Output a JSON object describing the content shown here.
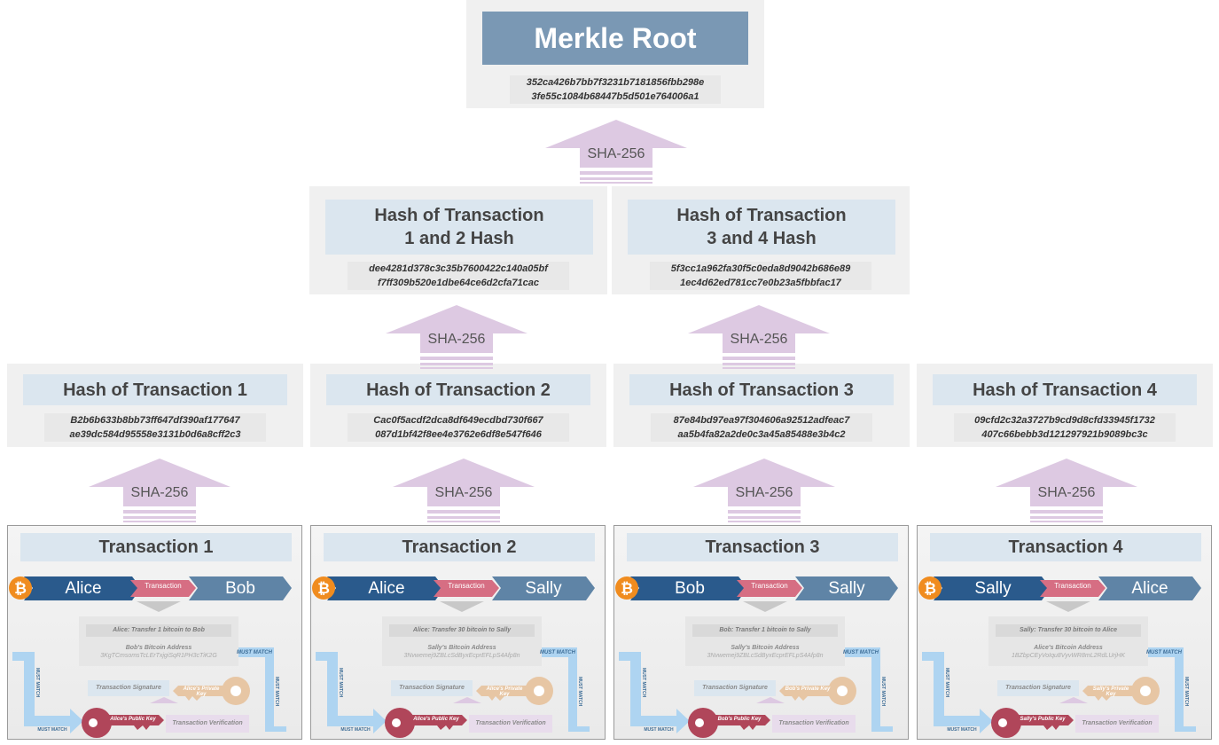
{
  "sha_label": "SHA-256",
  "transaction_label": "Transaction",
  "must_match_label": "MUST MATCH",
  "transaction_signature_label": "Transaction Signature",
  "transaction_verification_label": "Transaction Verification",
  "colors": {
    "dark_blue": "#2a5a8c",
    "mid_blue": "#5f84a6",
    "pink": "#d66e83",
    "light_blue_arrow": "#aed4f1",
    "purple_arrow": "#ddc9e2",
    "public_key": "#b0465a",
    "private_key": "#e7c6a4",
    "bitcoin_orange": "#f08c1f",
    "root_title_bg": "#7a98b4"
  },
  "merkle_root": {
    "title": "Merkle Root",
    "hash_line1": "352ca426b7bb7f3231b7181856fbb298e",
    "hash_line2": "3fe55c1084b68447b5d501e764006a1"
  },
  "level2": [
    {
      "title_line1": "Hash of Transaction",
      "title_line2": "1 and 2 Hash",
      "hash_line1": "dee4281d378c3c35b7600422c140a05bf",
      "hash_line2": "f7ff309b520e1dbe64ce6d2cfa71cac"
    },
    {
      "title_line1": "Hash of Transaction",
      "title_line2": "3 and 4 Hash",
      "hash_line1": "5f3cc1a962fa30f5c0eda8d9042b686e89",
      "hash_line2": "1ec4d62ed781cc7e0b23a5fbbfac17"
    }
  ],
  "level1": [
    {
      "title": "Hash of Transaction 1",
      "hash_line1": "B2b6b633b8bb73ff647df390af177647",
      "hash_line2": "ae39dc584d95558e3131b0d6a8cff2c3"
    },
    {
      "title": "Hash of Transaction 2",
      "hash_line1": "Cac0f5acdf2dca8df649ecdbd730f667",
      "hash_line2": "087d1bf42f8ee4e3762e6df8e547f646"
    },
    {
      "title": "Hash of Transaction 3",
      "hash_line1": "87e84bd97ea97f304606a92512adfeac7",
      "hash_line2": "aa5b4fa82a2de0c3a45a85488e3b4c2"
    },
    {
      "title": "Hash of Transaction 4",
      "hash_line1": "09cfd2c32a3727b9cd9d8cfd33945f1732",
      "hash_line2": "407c66bebb3d121297921b9089bc3c"
    }
  ],
  "transactions": [
    {
      "title": "Transaction 1",
      "from": "Alice",
      "to": "Bob",
      "message": "Alice: Transfer 1 bitcoin to Bob",
      "address_label": "Bob's Bitcoin Address",
      "address": "3KgTCmsomsTcLErTxjgiSqR1PH3cTiK2G",
      "private_key": "Alice's Private Key",
      "public_key": "Alice's Public Key"
    },
    {
      "title": "Transaction 2",
      "from": "Alice",
      "to": "Sally",
      "message": "Alice: Transfer 30 bitcoin to Sally",
      "address_label": "Sally's Bitcoin Address",
      "address": "3Nvwemej9ZBLcSdByxEcprEFLpS4Afp8n",
      "private_key": "Alice's Private Key",
      "public_key": "Alice's Public Key"
    },
    {
      "title": "Transaction 3",
      "from": "Bob",
      "to": "Sally",
      "message": "Bob: Transfer 1 bitcoin to Sally",
      "address_label": "Sally's Bitcoin Address",
      "address": "3Nvwemej9ZBLcSdByxEcprEFLpS4Afp8n",
      "private_key": "Bob's Private Key",
      "public_key": "Bob's Public Key"
    },
    {
      "title": "Transaction 4",
      "from": "Sally",
      "to": "Alice",
      "message": "Sally: Transfer 30 bitcoin to Alice",
      "address_label": "Alice's Bitcoin Address",
      "address": "1BZbpCEyVoIqu8VyvWR8mL2RdLUrjHK",
      "private_key": "Sally's Private Key",
      "public_key": "Sally's Public Key"
    }
  ]
}
